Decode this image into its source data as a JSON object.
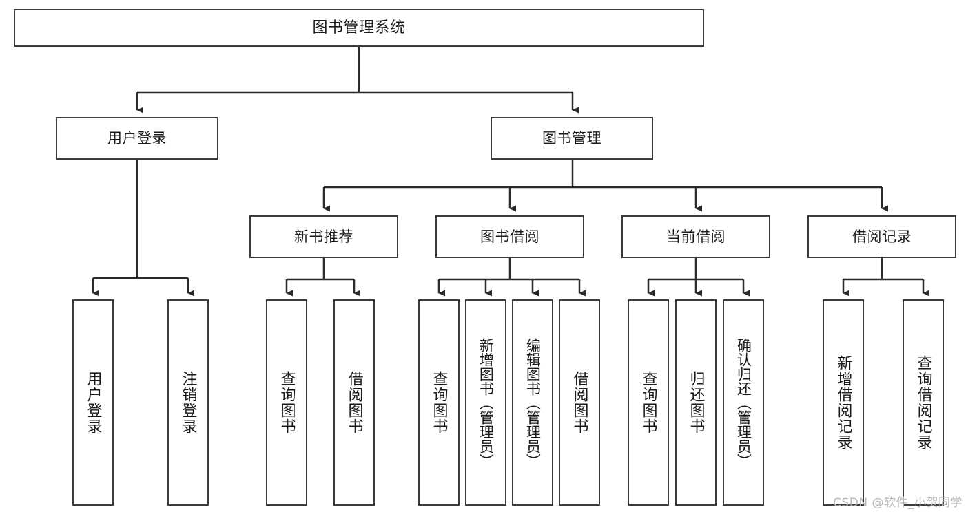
{
  "diagram": {
    "title": "图书管理系统",
    "type": "hierarchy-tree",
    "watermark": "CSDN @软件_小贺同学",
    "colors": {
      "box_border": "#3b3b3b",
      "box_fill": "#ffffff",
      "edge": "#2b2b2b",
      "text": "#1b1b1b",
      "watermark": "#b9b9b9",
      "background": "#ffffff"
    },
    "root": {
      "label": "图书管理系统"
    },
    "level2": [
      {
        "label": "用户登录"
      },
      {
        "label": "图书管理"
      }
    ],
    "level3": [
      {
        "label": "新书推荐"
      },
      {
        "label": "图书借阅"
      },
      {
        "label": "当前借阅"
      },
      {
        "label": "借阅记录"
      }
    ],
    "leaves_user_login": [
      {
        "label": "用户登录"
      },
      {
        "label": "注销登录"
      }
    ],
    "leaves_new_book": [
      {
        "label": "查询图书"
      },
      {
        "label": "借阅图书"
      }
    ],
    "leaves_borrow": [
      {
        "label": "查询图书"
      },
      {
        "label": "新增图书（管理员）"
      },
      {
        "label": "编辑图书（管理员）"
      },
      {
        "label": "借阅图书"
      }
    ],
    "leaves_current": [
      {
        "label": "查询图书"
      },
      {
        "label": "归还图书"
      },
      {
        "label": "确认归还（管理员）"
      }
    ],
    "leaves_record": [
      {
        "label": "新增借阅记录"
      },
      {
        "label": "查询借阅记录"
      }
    ]
  }
}
